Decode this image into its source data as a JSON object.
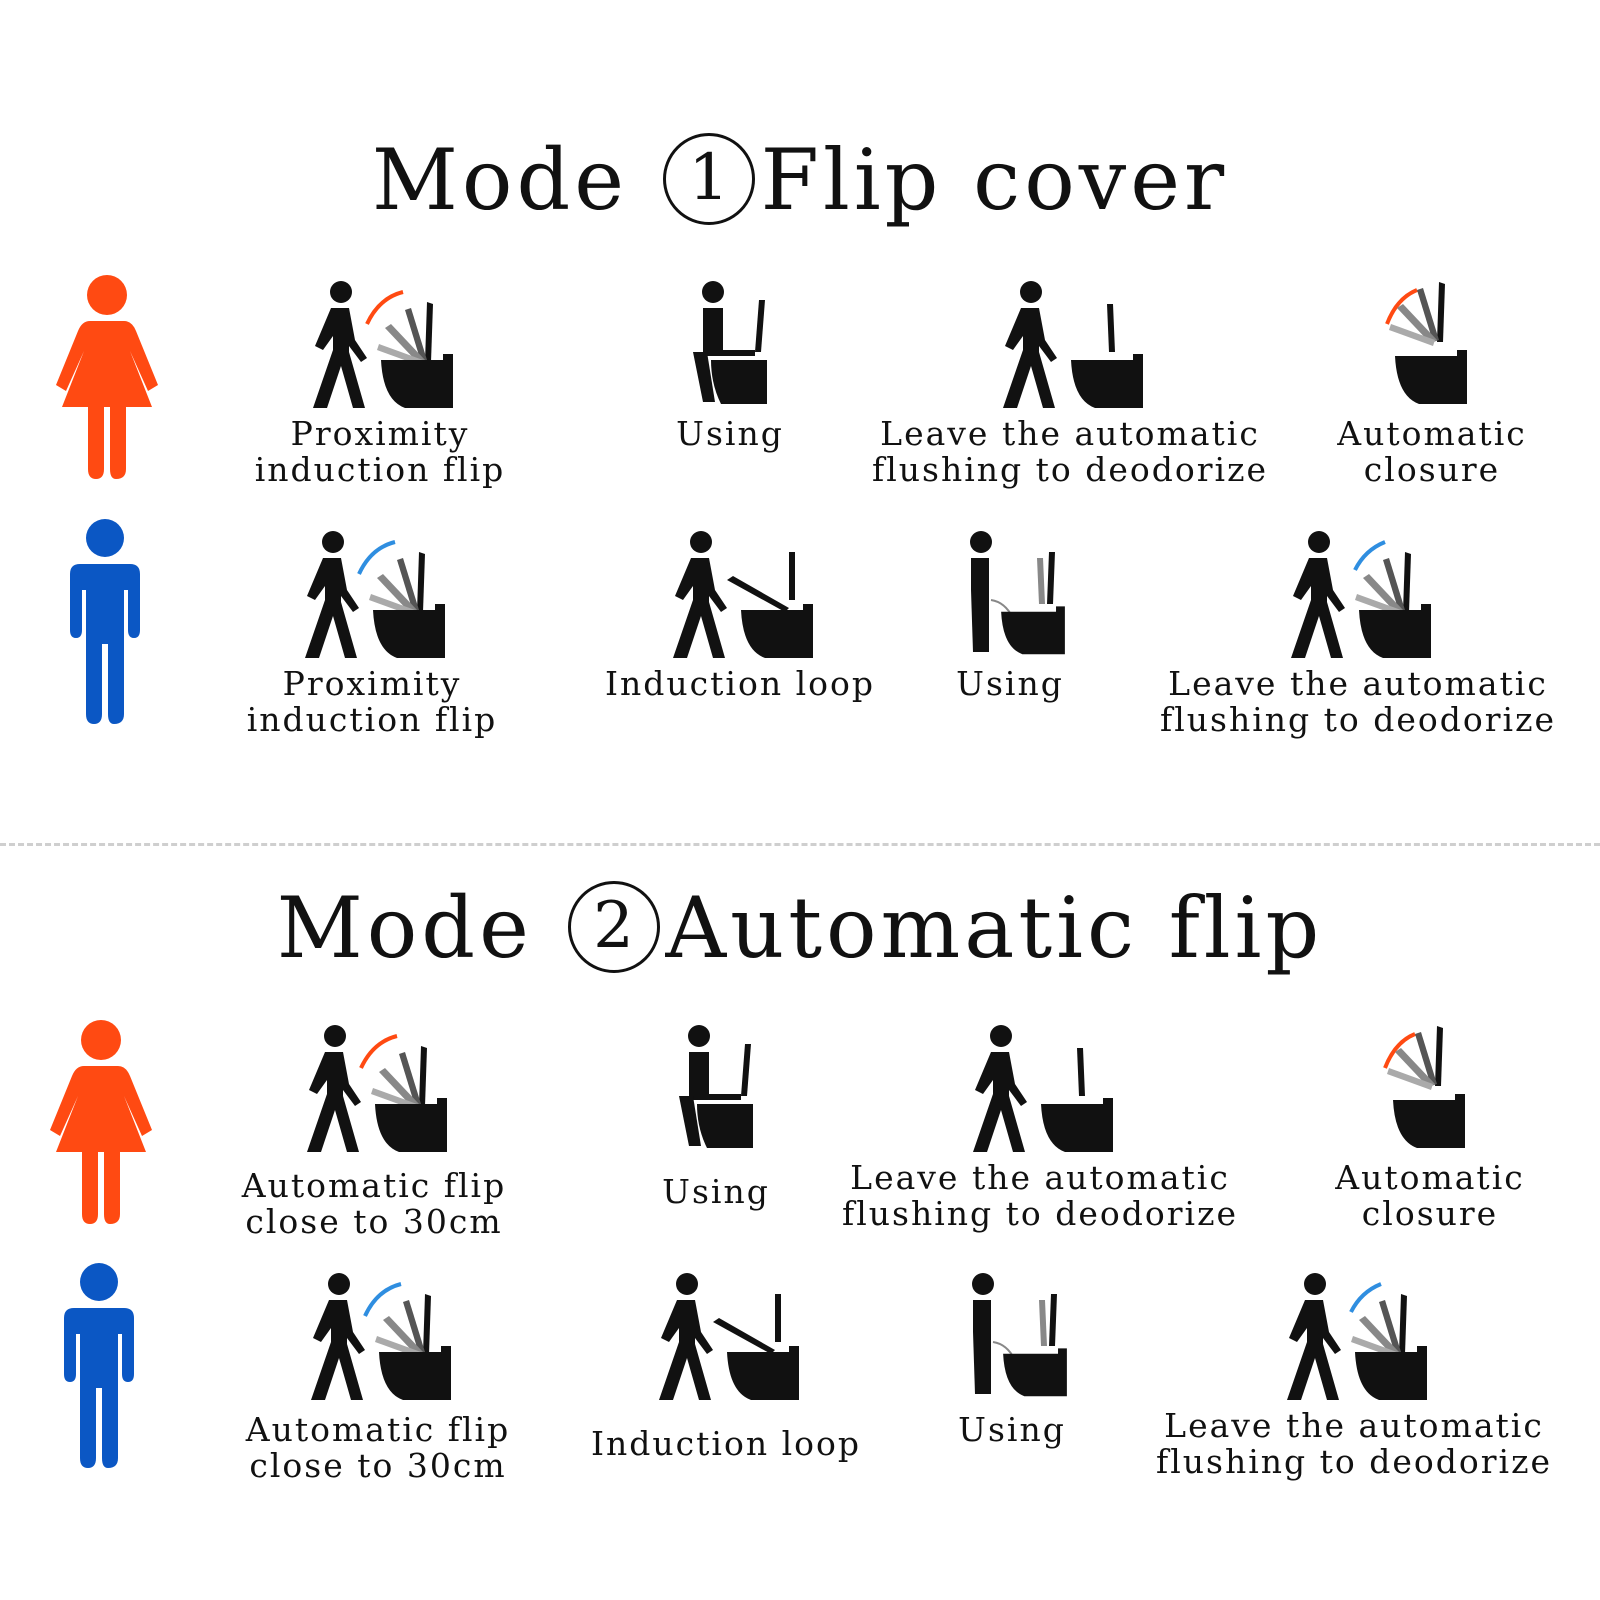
{
  "colors": {
    "female": "#ff4a12",
    "male": "#0b57c4",
    "flip_female": "#ff4a12",
    "flip_male": "#2f8ee0",
    "ink": "#111111"
  },
  "modes": [
    {
      "prefix": "Mode",
      "number": "1",
      "name": "Flip cover",
      "rows": [
        {
          "person": "female",
          "steps": [
            {
              "icon": "walk-flip-icon",
              "caption": "Proximity\ninduction flip"
            },
            {
              "icon": "sitting-toilet-icon",
              "caption": "Using"
            },
            {
              "icon": "walk-away-toilet-icon",
              "caption": "Leave the automatic\nflushing to deodorize"
            },
            {
              "icon": "lid-closing-icon",
              "caption": "Automatic\nclosure"
            }
          ]
        },
        {
          "person": "male",
          "steps": [
            {
              "icon": "walk-flip-icon",
              "caption": "Proximity\ninduction flip"
            },
            {
              "icon": "walk-kick-seat-icon",
              "caption": "Induction loop"
            },
            {
              "icon": "standing-toilet-icon",
              "caption": "Using"
            },
            {
              "icon": "walk-away-flip-icon",
              "caption": "Leave the automatic\nflushing to deodorize"
            }
          ]
        }
      ]
    },
    {
      "prefix": "Mode",
      "number": "2",
      "name": "Automatic flip",
      "rows": [
        {
          "person": "female",
          "steps": [
            {
              "icon": "walk-flip-icon",
              "caption": "Automatic flip\nclose to 30cm"
            },
            {
              "icon": "sitting-toilet-icon",
              "caption": "Using"
            },
            {
              "icon": "walk-away-toilet-icon",
              "caption": "Leave the automatic\nflushing to deodorize"
            },
            {
              "icon": "lid-closing-icon",
              "caption": "Automatic\nclosure"
            }
          ]
        },
        {
          "person": "male",
          "steps": [
            {
              "icon": "walk-flip-icon",
              "caption": "Automatic flip\nclose to 30cm"
            },
            {
              "icon": "walk-kick-seat-icon",
              "caption": "Induction loop"
            },
            {
              "icon": "standing-toilet-icon",
              "caption": "Using"
            },
            {
              "icon": "walk-away-flip-icon",
              "caption": "Leave the automatic\nflushing to deodorize"
            }
          ]
        }
      ]
    }
  ]
}
